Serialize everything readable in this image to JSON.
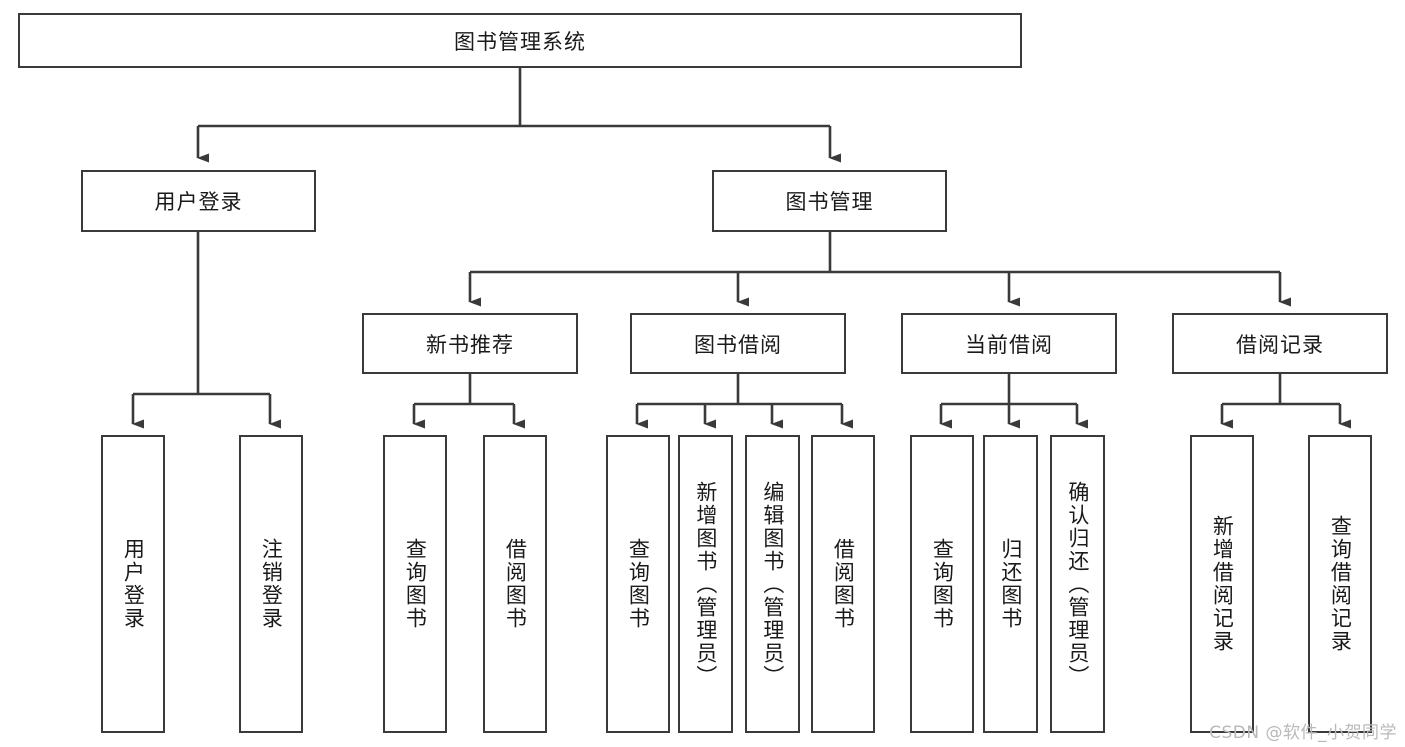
{
  "diagram": {
    "title": "图书管理系统",
    "type": "tree-hierarchy-chart",
    "stroke_color": "#3a3a3a",
    "background_color": "#ffffff",
    "text_color": "#1a1a1a",
    "watermark": "CSDN @软件_小贺同学",
    "watermark_color": "#b9b9b9",
    "nodes": {
      "root": {
        "label": "图书管理系统"
      },
      "level2": [
        {
          "id": "user-login",
          "label": "用户登录"
        },
        {
          "id": "book-management",
          "label": "图书管理"
        }
      ],
      "level3": [
        {
          "id": "new-book-recommend",
          "label": "新书推荐"
        },
        {
          "id": "book-borrow",
          "label": "图书借阅"
        },
        {
          "id": "current-borrow",
          "label": "当前借阅"
        },
        {
          "id": "borrow-record",
          "label": "借阅记录"
        }
      ],
      "leaves": [
        {
          "id": "leaf-user-login",
          "label": "用户登录",
          "parent": "user-login"
        },
        {
          "id": "leaf-logout",
          "label": "注销登录",
          "parent": "user-login"
        },
        {
          "id": "leaf-query-book-1",
          "label": "查询图书",
          "parent": "new-book-recommend"
        },
        {
          "id": "leaf-borrow-book-1",
          "label": "借阅图书",
          "parent": "new-book-recommend"
        },
        {
          "id": "leaf-query-book-2",
          "label": "查询图书",
          "parent": "book-borrow"
        },
        {
          "id": "leaf-add-book",
          "label": "新增图书（管理员）",
          "parent": "book-borrow"
        },
        {
          "id": "leaf-edit-book",
          "label": "编辑图书（管理员）",
          "parent": "book-borrow"
        },
        {
          "id": "leaf-borrow-book-2",
          "label": "借阅图书",
          "parent": "book-borrow"
        },
        {
          "id": "leaf-query-book-3",
          "label": "查询图书",
          "parent": "current-borrow"
        },
        {
          "id": "leaf-return-book",
          "label": "归还图书",
          "parent": "current-borrow"
        },
        {
          "id": "leaf-confirm-return",
          "label": "确认归还（管理员）",
          "parent": "current-borrow"
        },
        {
          "id": "leaf-add-record",
          "label": "新增借阅记录",
          "parent": "borrow-record"
        },
        {
          "id": "leaf-query-record",
          "label": "查询借阅记录",
          "parent": "borrow-record"
        }
      ]
    }
  }
}
